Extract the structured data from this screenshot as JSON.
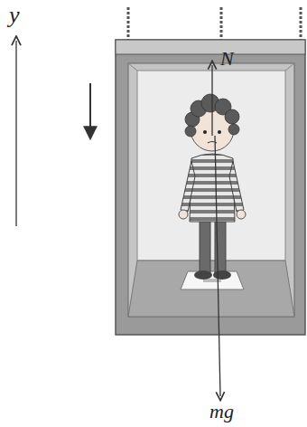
{
  "diagram": {
    "labels": [
      "y",
      "N",
      "mg"
    ]
  }
}
